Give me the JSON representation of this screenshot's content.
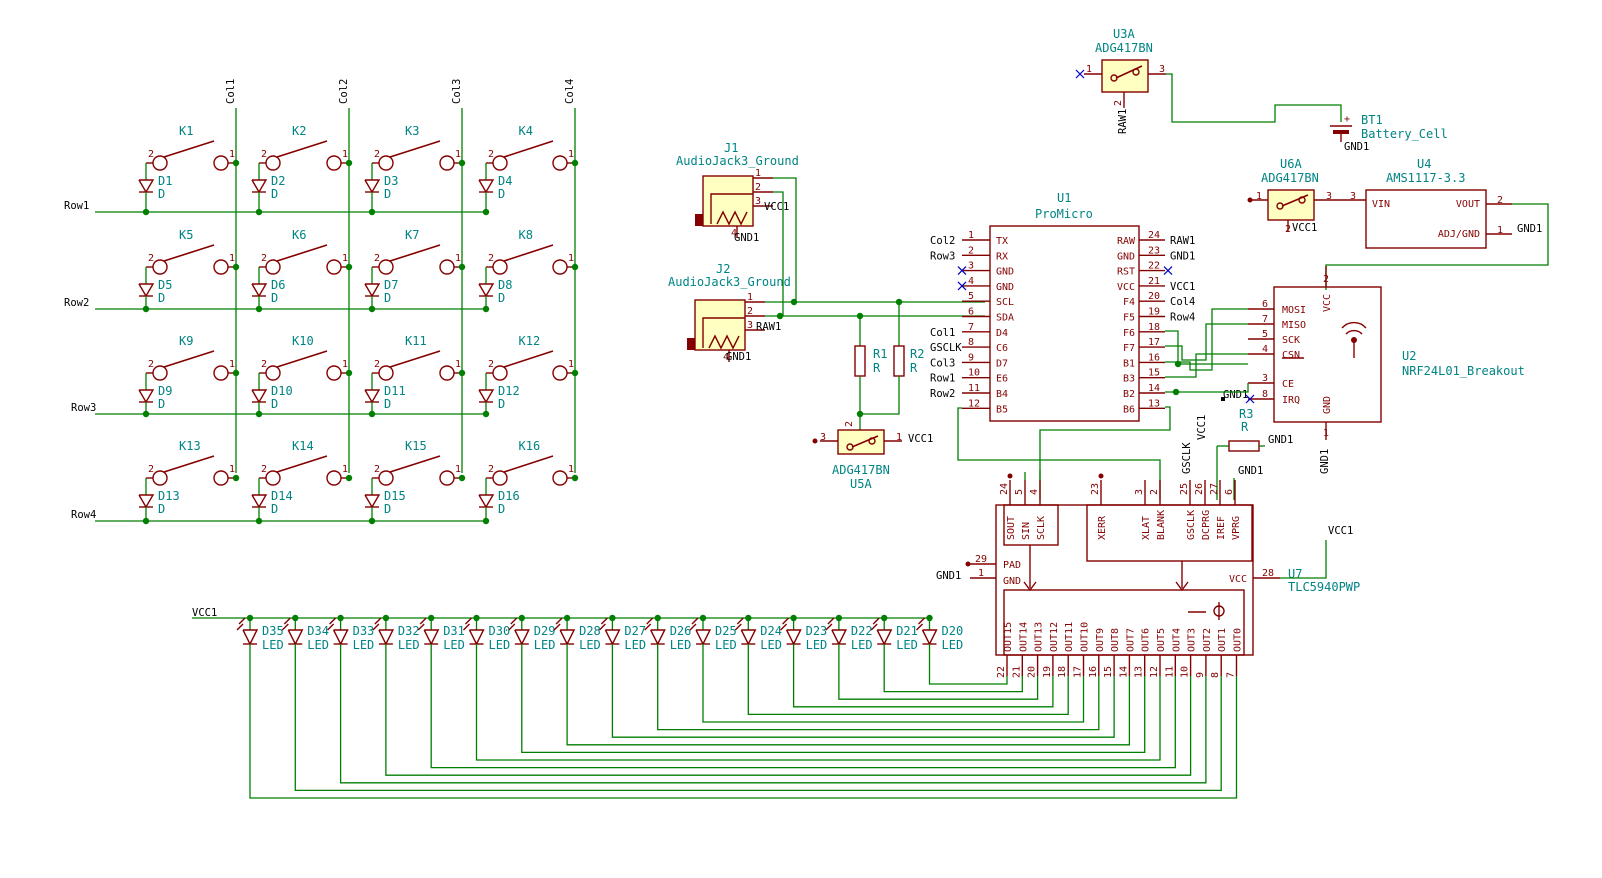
{
  "matrix": {
    "cols": [
      "Col1",
      "Col2",
      "Col3",
      "Col4"
    ],
    "rows": [
      "Row1",
      "Row2",
      "Row3",
      "Row4"
    ],
    "keys": [
      "K1",
      "K2",
      "K3",
      "K4",
      "K5",
      "K6",
      "K7",
      "K8",
      "K9",
      "K10",
      "K11",
      "K12",
      "K13",
      "K14",
      "K15",
      "K16"
    ],
    "diodes": [
      "D1",
      "D2",
      "D3",
      "D4",
      "D5",
      "D6",
      "D7",
      "D8",
      "D9",
      "D10",
      "D11",
      "D12",
      "D13",
      "D14",
      "D15",
      "D16"
    ],
    "diode_value": "D"
  },
  "leds": {
    "refs": [
      "D35",
      "D34",
      "D33",
      "D32",
      "D31",
      "D30",
      "D29",
      "D28",
      "D27",
      "D26",
      "D25",
      "D24",
      "D23",
      "D22",
      "D21",
      "D20"
    ],
    "value": "LED",
    "supply": "VCC1"
  },
  "j1": {
    "ref": "J1",
    "value": "AudioJack3_Ground",
    "p1": "1",
    "p2": "2",
    "p3": "3",
    "p4": "4",
    "net3": "VCC1",
    "net4": "GND1"
  },
  "j2": {
    "ref": "J2",
    "value": "AudioJack3_Ground",
    "p1": "1",
    "p2": "2",
    "p3": "3",
    "p4": "4",
    "net3": "RAW1",
    "net4": "GND1"
  },
  "u1": {
    "ref": "U1",
    "value": "ProMicro",
    "left": [
      {
        "pin": "1",
        "name": "TX",
        "net": "Col2"
      },
      {
        "pin": "2",
        "name": "RX",
        "net": "Row3"
      },
      {
        "pin": "3",
        "name": "GND",
        "net": ""
      },
      {
        "pin": "4",
        "name": "GND",
        "net": ""
      },
      {
        "pin": "5",
        "name": "SCL",
        "net": ""
      },
      {
        "pin": "6",
        "name": "SDA",
        "net": ""
      },
      {
        "pin": "7",
        "name": "D4",
        "net": "Col1"
      },
      {
        "pin": "8",
        "name": "C6",
        "net": "GSCLK"
      },
      {
        "pin": "9",
        "name": "D7",
        "net": "Col3"
      },
      {
        "pin": "10",
        "name": "E6",
        "net": "Row1"
      },
      {
        "pin": "11",
        "name": "B4",
        "net": "Row2"
      },
      {
        "pin": "12",
        "name": "B5",
        "net": ""
      }
    ],
    "right": [
      {
        "pin": "24",
        "name": "RAW",
        "net": "RAW1"
      },
      {
        "pin": "23",
        "name": "GND",
        "net": "GND1"
      },
      {
        "pin": "22",
        "name": "RST",
        "net": ""
      },
      {
        "pin": "21",
        "name": "VCC",
        "net": "VCC1"
      },
      {
        "pin": "20",
        "name": "F4",
        "net": "Col4"
      },
      {
        "pin": "19",
        "name": "F5",
        "net": "Row4"
      },
      {
        "pin": "18",
        "name": "F6",
        "net": ""
      },
      {
        "pin": "17",
        "name": "F7",
        "net": ""
      },
      {
        "pin": "16",
        "name": "B1",
        "net": ""
      },
      {
        "pin": "15",
        "name": "B3",
        "net": ""
      },
      {
        "pin": "14",
        "name": "B2",
        "net": ""
      },
      {
        "pin": "13",
        "name": "B6",
        "net": ""
      }
    ]
  },
  "r1": {
    "ref": "R1",
    "value": "R"
  },
  "r2": {
    "ref": "R2",
    "value": "R"
  },
  "r3": {
    "ref": "R3",
    "value": "R",
    "net": "GND1",
    "gnd": "GND1"
  },
  "u5a": {
    "ref": "U5A",
    "value": "ADG417BN",
    "p1": "1",
    "p2": "2",
    "p3": "3",
    "net1": "VCC1"
  },
  "u3a": {
    "ref": "U3A",
    "value": "ADG417BN",
    "p1": "1",
    "p2": "2",
    "p3": "3",
    "net2": "RAW1"
  },
  "bt1": {
    "ref": "BT1",
    "value": "Battery_Cell",
    "plus": "+",
    "gnd": "GND1"
  },
  "u6a": {
    "ref": "U6A",
    "value": "ADG417BN",
    "p1": "1",
    "p2": "2",
    "p3": "3",
    "net2": "VCC1"
  },
  "u4": {
    "ref": "U4",
    "value": "AMS1117-3.3",
    "vin": "VIN",
    "vout": "VOUT",
    "adj": "ADJ/GND",
    "p1": "1",
    "p2": "2",
    "p3": "3",
    "gnd": "GND1"
  },
  "u2": {
    "ref": "U2",
    "value": "NRF24L01_Breakout",
    "pins": [
      {
        "pin": "6",
        "name": "MOSI"
      },
      {
        "pin": "7",
        "name": "MISO"
      },
      {
        "pin": "5",
        "name": "SCK"
      },
      {
        "pin": "4",
        "name": "CSN"
      },
      {
        "pin": "3",
        "name": "CE"
      },
      {
        "pin": "8",
        "name": "IRQ"
      }
    ],
    "vcc": "VCC",
    "vcc_pin": "2",
    "gnd": "GND",
    "gnd_pin": "1",
    "gnd_net": "GND1",
    "irq_net": "GND1"
  },
  "u7": {
    "ref": "U7",
    "value": "TLC5940PWP",
    "top": [
      {
        "pin": "24",
        "name": "SOUT"
      },
      {
        "pin": "5",
        "name": "SIN"
      },
      {
        "pin": "4",
        "name": "SCLK"
      },
      {
        "pin": "23",
        "name": "XERR"
      },
      {
        "pin": "3",
        "name": "XLAT"
      },
      {
        "pin": "2",
        "name": "BLANK"
      },
      {
        "pin": "25",
        "name": "GSCLK"
      },
      {
        "pin": "26",
        "name": "DCPRG"
      },
      {
        "pin": "27",
        "name": "IREF"
      },
      {
        "pin": "6",
        "name": "VPRG"
      }
    ],
    "outs": [
      {
        "pin": "22",
        "name": "OUT15"
      },
      {
        "pin": "21",
        "name": "OUT14"
      },
      {
        "pin": "20",
        "name": "OUT13"
      },
      {
        "pin": "19",
        "name": "OUT12"
      },
      {
        "pin": "18",
        "name": "OUT11"
      },
      {
        "pin": "17",
        "name": "OUT10"
      },
      {
        "pin": "16",
        "name": "OUT9"
      },
      {
        "pin": "15",
        "name": "OUT8"
      },
      {
        "pin": "14",
        "name": "OUT7"
      },
      {
        "pin": "13",
        "name": "OUT6"
      },
      {
        "pin": "12",
        "name": "OUT5"
      },
      {
        "pin": "11",
        "name": "OUT4"
      },
      {
        "pin": "10",
        "name": "OUT3"
      },
      {
        "pin": "9",
        "name": "OUT2"
      },
      {
        "pin": "8",
        "name": "OUT1"
      },
      {
        "pin": "7",
        "name": "OUT0"
      }
    ],
    "pad": "PAD",
    "pad_pin": "29",
    "gnd": "GND",
    "gnd_pin": "1",
    "vcc": "VCC",
    "vcc_pin": "28",
    "gnd_net": "GND1",
    "vcc_net": "VCC1",
    "gsclk_net": "GSCLK",
    "dcprg_net": "VCC1"
  }
}
